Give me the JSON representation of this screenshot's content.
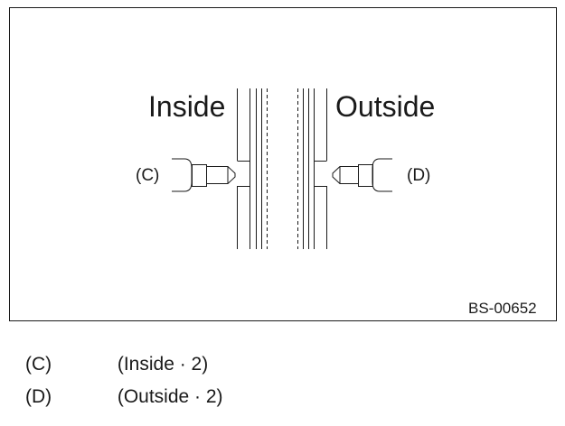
{
  "diagram": {
    "side_left": "Inside",
    "side_right": "Outside",
    "callout_c": "(C)",
    "callout_d": "(D)",
    "figure_code": "BS-00652"
  },
  "legend": [
    {
      "key": "(C)",
      "desc": "(Inside · 2)"
    },
    {
      "key": "(D)",
      "desc": "(Outside · 2)"
    }
  ]
}
